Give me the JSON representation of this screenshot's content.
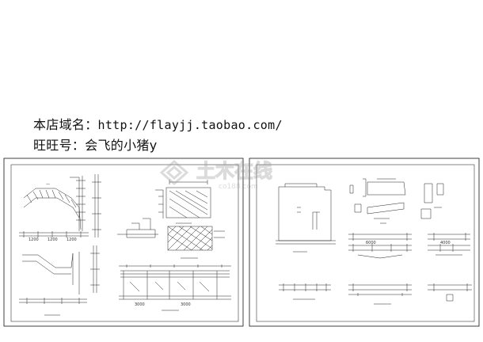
{
  "header": {
    "shop_label": "本店域名：",
    "shop_url": "http://flayjj.taobao.com/",
    "ww_label": "旺旺号：",
    "ww_name": "会飞的小猪y"
  },
  "watermark": {
    "text": "土木在线",
    "subtext": "co188.com"
  },
  "sheet_left": {
    "captions": [
      "1—1",
      "2—2",
      "3—3",
      "A—A",
      "1—1",
      "2—2"
    ]
  },
  "sheet_right": {
    "captions": [
      "1—1",
      "2—2",
      "3—3",
      "4—4",
      "5—5",
      "6—6"
    ]
  },
  "colors": {
    "line": "#111111",
    "watermark": "#9a9a9a",
    "bg": "#ffffff"
  }
}
